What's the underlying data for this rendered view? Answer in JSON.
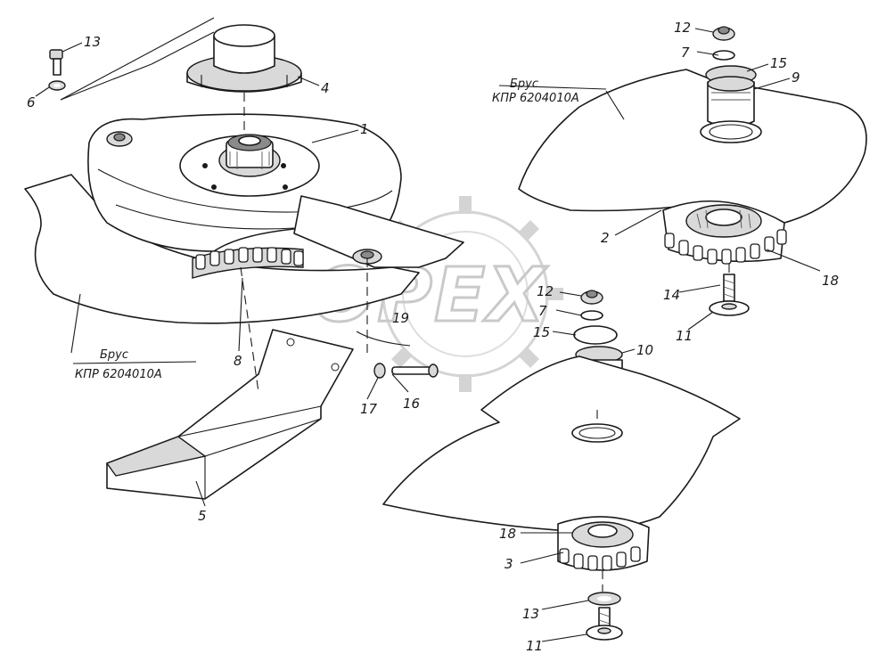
{
  "watermark": "OPEX",
  "captions": {
    "brus_top_line1": "Брус",
    "brus_top_line2": "КПР 6204010А",
    "brus_left_line1": "Брус",
    "brus_left_line2": "КПР 6204010А"
  },
  "labels": {
    "l1": "1",
    "l2": "2",
    "l3": "3",
    "l4": "4",
    "l5": "5",
    "l6": "6",
    "l7a": "7",
    "l7b": "7",
    "l8": "8",
    "l9": "9",
    "l10": "10",
    "l11a": "11",
    "l11b": "11",
    "l12a": "12",
    "l12b": "12",
    "l13a": "13",
    "l13b": "13",
    "l14": "14",
    "l15a": "15",
    "l15b": "15",
    "l16": "16",
    "l17": "17",
    "l18a": "18",
    "l18b": "18",
    "l19": "19"
  }
}
